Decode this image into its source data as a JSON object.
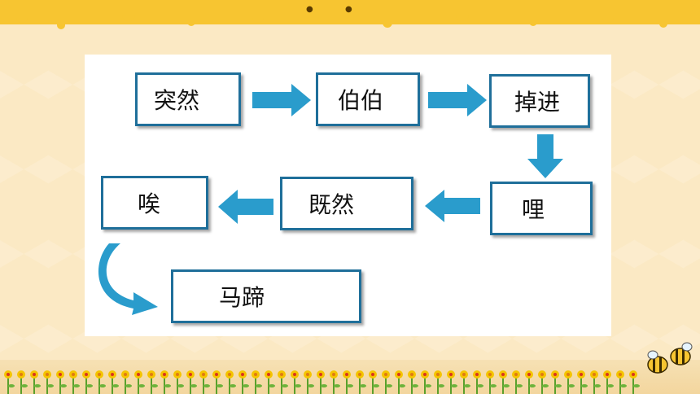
{
  "nodes": {
    "n1": "突然",
    "n2": "伯伯",
    "n3": "掉进",
    "n4": "哩",
    "n5": "既然",
    "n6": "唉",
    "n7": "马蹄"
  },
  "colors": {
    "arrow": "#2a9ccc",
    "box_border": "#1f6f9a",
    "honey": "#f7c531",
    "background": "#fbe9c4"
  },
  "icons": [
    "bee-icon",
    "flower-icon",
    "curved-arrow-icon"
  ]
}
